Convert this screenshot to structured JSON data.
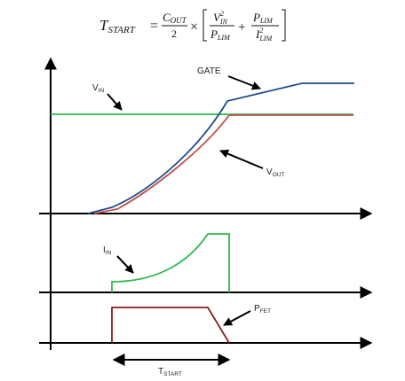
{
  "equation": {
    "lhs_main": "T",
    "lhs_sub": "START",
    "equals": "=",
    "frac1_num_main": "C",
    "frac1_num_sub": "OUT",
    "frac1_den": "2",
    "times": "×",
    "frac2_num_main": "V",
    "frac2_num_sup": "2",
    "frac2_num_sub": "IN",
    "frac2_den_main": "P",
    "frac2_den_sub": "LIM",
    "plus": "+",
    "frac3_num_main": "P",
    "frac3_num_sub": "LIM",
    "frac3_den_main": "I",
    "frac3_den_sup": "2",
    "frac3_den_sub": "LIM"
  },
  "labels": {
    "vin_main": "V",
    "vin_sub": "IN",
    "gate": "GATE",
    "vout_main": "V",
    "vout_sub": "OUT",
    "iin_main": "I",
    "iin_sub": "IN",
    "pfet_main": "P",
    "pfet_sub": "FET",
    "tstart_main": "T",
    "tstart_sub": "START"
  },
  "colors": {
    "vin": "#2db84b",
    "gate": "#1f4e8c",
    "vout": "#c0504d",
    "iin": "#2db84b",
    "pfet": "#8b1a1a",
    "axis": "#000000"
  }
}
